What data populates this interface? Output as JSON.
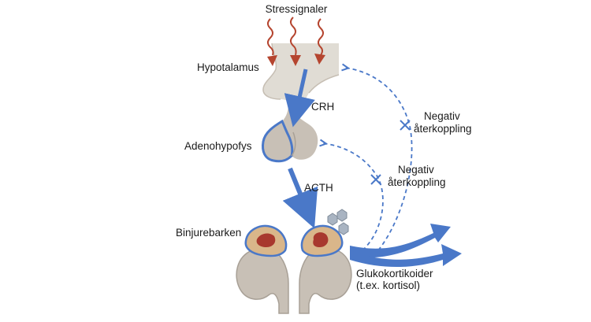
{
  "labels": {
    "stress_signals": "Stressignaler",
    "hypothalamus": "Hypotalamus",
    "crh": "CRH",
    "adenohypophysis": "Adenohypofys",
    "acth": "ACTH",
    "adrenal_cortex": "Binjurebarken",
    "glucocorticoids_line1": "Glukokortikoider",
    "glucocorticoids_line2": "(t.ex. kortisol)",
    "negative_feedback_upper_line1": "Negativ",
    "negative_feedback_upper_line2": "återkoppling",
    "negative_feedback_lower_line1": "Negativ",
    "negative_feedback_lower_line2": "återkoppling"
  },
  "colors": {
    "stress_arrows": "#b5452f",
    "blue_arrows": "#4a78c8",
    "outline_blue": "#4a78c8",
    "tissue_gray": "#c8c0b6",
    "hypothalamus_block": "#e0dcd4",
    "cortex_tan": "#d9b68a",
    "medulla_red": "#a8382e",
    "hormone_hexagon": "#a9b4c2"
  }
}
